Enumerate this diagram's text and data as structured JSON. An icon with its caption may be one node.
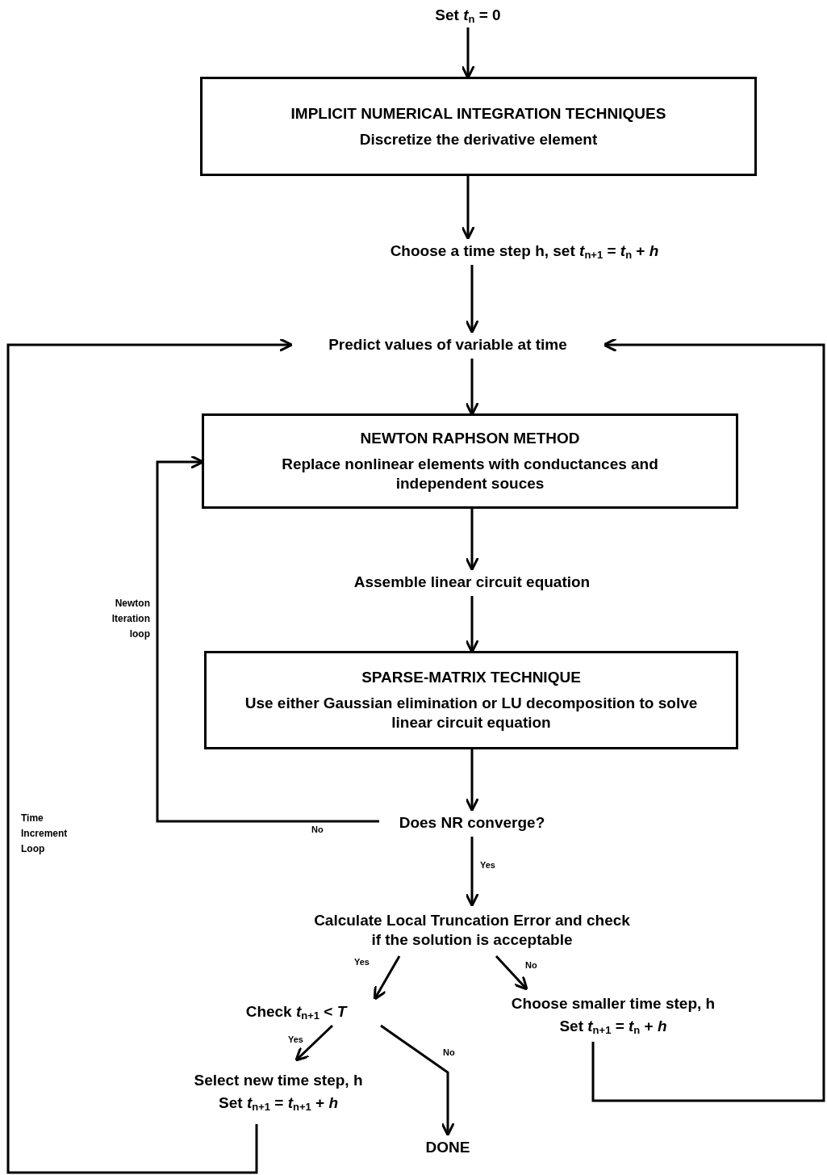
{
  "diagram": {
    "nodes": [
      {
        "text": [
          "Set *t*$_{n}$ = 0"
        ]
      },
      {
        "text": [
          "IMPLICIT NUMERICAL INTEGRATION TECHNIQUES",
          "Discretize the derivative element"
        ]
      },
      {
        "text": [
          "Choose a time step h, set *t*$_{n+1}$ = *t*$_{n}$ + *h*"
        ]
      },
      {
        "text": [
          "Predict values of variable at time"
        ]
      },
      {
        "text": [
          "NEWTON RAPHSON METHOD",
          "Replace nonlinear elements with conductances and independent souces"
        ]
      },
      {
        "text": [
          "Assemble linear circuit equation"
        ]
      },
      {
        "text": [
          "SPARSE-MATRIX TECHNIQUE",
          "Use either Gaussian elimination or LU decomposition to solve linear circuit equation"
        ]
      },
      {
        "text": [
          "Does NR converge?"
        ]
      },
      {
        "text": [
          "Calculate Local Truncation Error and check if the solution is acceptable"
        ]
      },
      {
        "text": [
          "Check *t*$_{n+1}$ < *T*"
        ]
      },
      {
        "text": [
          "Choose smaller time step, h",
          "Set *t*$_{n+1}$ = *t*$_{n}$ + *h*"
        ]
      },
      {
        "text": [
          "Select new time step, h",
          "Set *t*$_{n+1}$ = *t*$_{n+1}$ + *h*"
        ]
      },
      {
        "text": [
          "DONE"
        ]
      }
    ],
    "edges": [
      {
        "from": 0,
        "to": 1,
        "arrow": "to"
      },
      {
        "from": 1,
        "to": 2,
        "arrow": "to"
      },
      {
        "from": 2,
        "to": 3,
        "arrow": "to"
      },
      {
        "from": 3,
        "to": 4,
        "arrow": "to"
      },
      {
        "from": 4,
        "to": 5,
        "arrow": "to"
      },
      {
        "from": 5,
        "to": 6,
        "arrow": "to"
      },
      {
        "from": 6,
        "to": 7,
        "arrow": "to"
      },
      {
        "from": 7,
        "to": 4,
        "arrow": "to",
        "label": "No"
      },
      {
        "from": 7,
        "to": 8,
        "arrow": "to",
        "label": "Yes"
      },
      {
        "from": 8,
        "to": 9,
        "arrow": "to",
        "label": "Yes"
      },
      {
        "from": 8,
        "to": 10,
        "arrow": "to",
        "label": "No"
      },
      {
        "from": 9,
        "to": 11,
        "arrow": "to",
        "label": "Yes"
      },
      {
        "from": 9,
        "to": 12,
        "arrow": "to",
        "label": "No"
      },
      {
        "from": 11,
        "to": 3,
        "arrow": "to"
      },
      {
        "from": 10,
        "to": 3,
        "arrow": "to"
      }
    ],
    "labels": [
      "Newton Iteration loop",
      "Time Increment Loop"
    ]
  }
}
